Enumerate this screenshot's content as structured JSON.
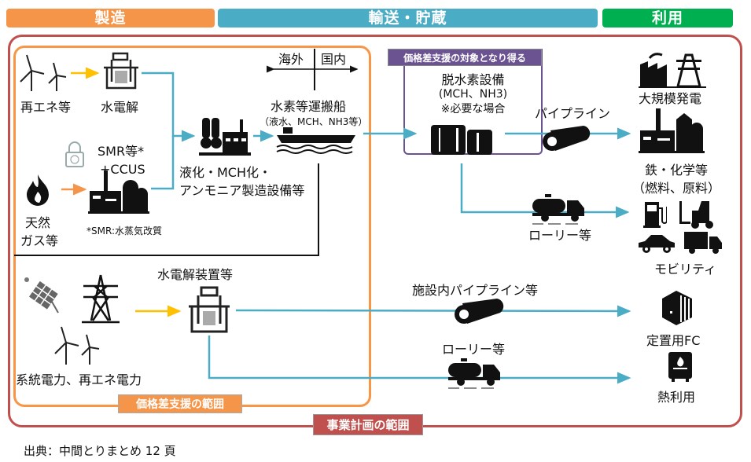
{
  "headers": {
    "production": "製造",
    "transport_storage": "輸送・貯蔵",
    "utilization": "利用"
  },
  "colors": {
    "production": "#f5954a",
    "transport": "#4bacc6",
    "utilization": "#00b050",
    "business_plan_frame": "#c0504d",
    "price_support_frame": "#f79646",
    "eligible_frame": "#6b5392",
    "flow_line": "#4bacc6",
    "power_arrow": "#ffc000"
  },
  "production": {
    "renewables": "再エネ等",
    "electrolysis": "水電解",
    "smr_ccus_line1": "SMR等*",
    "smr_ccus_line2": "+CCUS",
    "natural_gas_line1": "天然",
    "natural_gas_line2": "ガス等",
    "smr_note": "*SMR:水蒸気改質",
    "conversion_line1": "液化・MCH化・",
    "conversion_line2": "アンモニア製造設備等",
    "overseas": "海外",
    "domestic": "国内",
    "carrier_ship": "水素等運搬船",
    "carrier_ship_sub": "（液水、MCH、NH3等）",
    "electrolyzer_equipment": "水電解装置等",
    "grid_renewable_power": "系統電力、再エネ電力"
  },
  "transport": {
    "eligible_tag": "価格差支援の対象となり得る",
    "dehydrogenation_line1": "脱水素設備",
    "dehydrogenation_line2": "(MCH、NH3)",
    "dehydrogenation_line3": "※必要な場合",
    "pipeline": "パイプライン",
    "lorry": "ローリー等",
    "onsite_pipeline": "施設内パイプライン等",
    "lorry2": "ローリー等"
  },
  "utilization": {
    "power_generation": "大規模発電",
    "steel_chem_line1": "鉄・化学等",
    "steel_chem_line2": "（燃料、原料）",
    "mobility": "モビリティ",
    "stationary_fc": "定置用FC",
    "heat_use": "熱利用"
  },
  "frames": {
    "price_support_scope": "価格差支援の範囲",
    "business_plan_scope": "事業計画の範囲"
  },
  "footer": {
    "source": "出典：中間とりまとめ 12 頁"
  }
}
